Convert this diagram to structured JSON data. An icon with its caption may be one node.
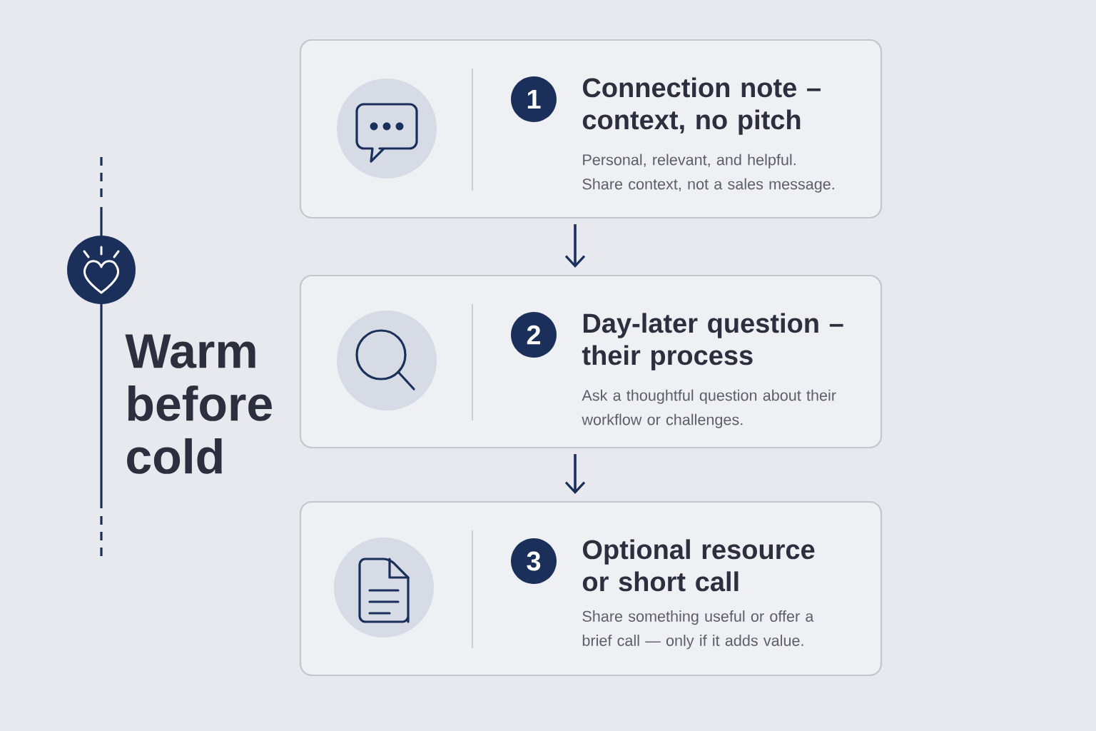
{
  "diagram": {
    "title": "Warm before cold",
    "nodes": [
      {
        "text": [
          "1",
          "Connection note – context, no pitch",
          "Personal, relevant, and helpful. Share context, not a sales message."
        ]
      },
      {
        "text": [
          "2",
          "Day-later question – their process",
          "Ask a thoughtful question about their workflow or challenges."
        ]
      },
      {
        "text": [
          "3",
          "Optional resource or short call",
          "Share something useful or offer a brief call — only if it adds value."
        ]
      }
    ],
    "edges": [
      {
        "from": 0,
        "to": 1,
        "arrow": "to"
      },
      {
        "from": 1,
        "to": 2,
        "arrow": "to"
      }
    ]
  }
}
